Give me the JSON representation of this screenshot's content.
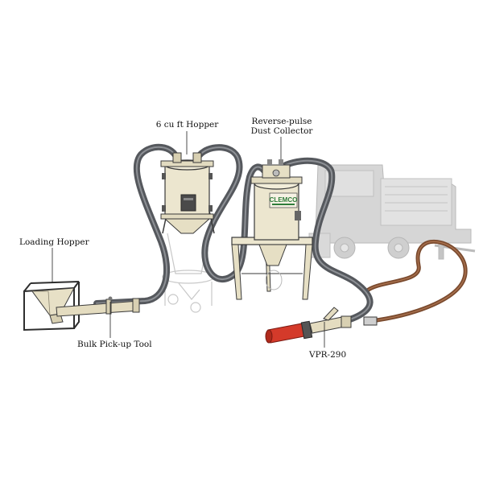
{
  "labels": {
    "hopper": "6 cu ft Hopper",
    "dust_line1": "Reverse-pulse",
    "dust_line2": "Dust Collector",
    "loading": "Loading Hopper",
    "pickup": "Bulk Pick-up Tool",
    "vpr": "VPR-290"
  },
  "brand_text": "CLEMCO",
  "colors": {
    "hose": "#5b5e63",
    "hose_highlight": "#8a8d92",
    "equipment_body": "#e9e3cd",
    "equipment_outline": "#3a3a3a",
    "brown_hose": "#7a4a2e",
    "red_nozzle": "#d43a2a",
    "truck_gray": "#c9c9c9",
    "brand_green": "#2f7d3b"
  }
}
